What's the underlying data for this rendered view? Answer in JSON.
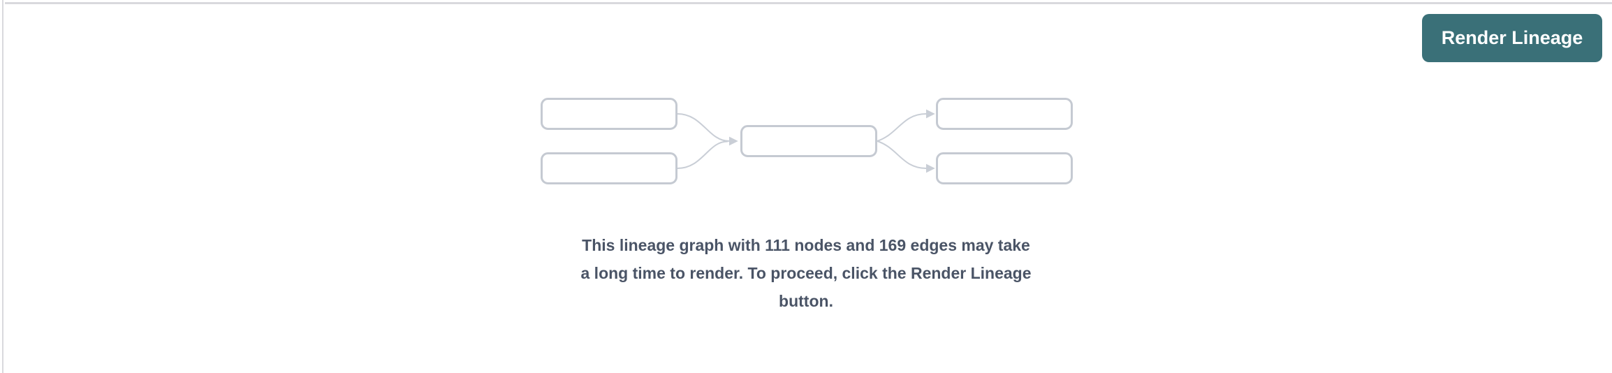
{
  "page": {
    "background_color": "#ffffff",
    "panel_border_color": "#d9d9dd"
  },
  "header": {
    "render_button": {
      "label": "Render Lineage",
      "background_color": "#3a7078",
      "text_color": "#ffffff"
    }
  },
  "placeholder": {
    "graphic": {
      "name": "lineage-graph-placeholder",
      "box_border_color": "#c5cad2",
      "arrow_color": "#c9ced6"
    },
    "message": {
      "text": "This lineage graph with 111 nodes and 169 edges may take a long time to render. To proceed, click the Render Lineage button.",
      "lines": [
        "This lineage graph with 111 nodes and 169 edges may take",
        "a long time to render. To proceed, click the Render Lineage",
        "button."
      ],
      "node_count": 111,
      "edge_count": 169,
      "text_color": "#4a5466"
    }
  }
}
